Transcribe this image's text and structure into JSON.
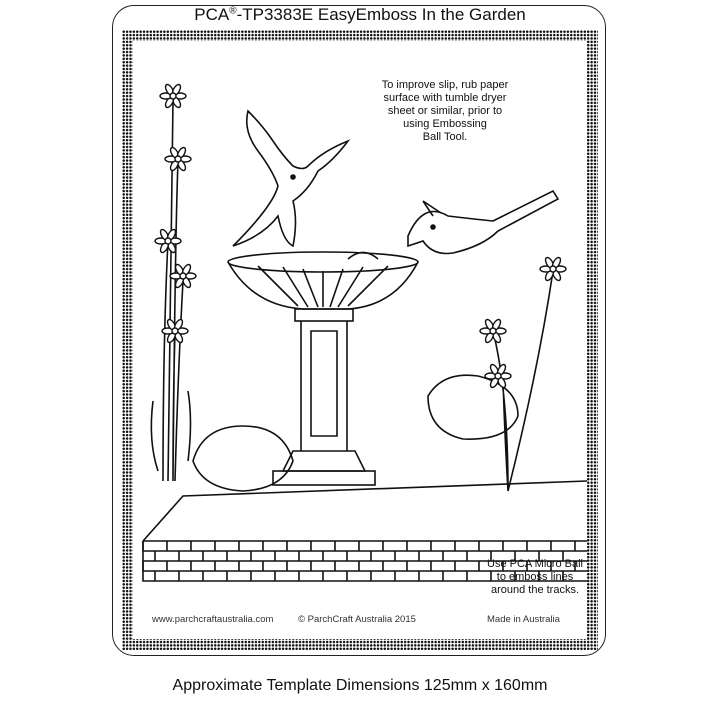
{
  "header": {
    "brand": "PCA",
    "registered": "®",
    "title_rest": "-TP3383E EasyEmboss In the Garden"
  },
  "notes": {
    "top": [
      "To improve slip, rub paper",
      "surface with tumble dryer",
      "sheet or similar, prior to",
      "using Embossing",
      "Ball Tool."
    ],
    "bottom": [
      "Use PCA Micro Ball",
      "to emboss lines",
      "around the tracks."
    ]
  },
  "footer": {
    "website": "www.parchcraftaustralia.com",
    "copyright": "© ParchCraft Australia 2015",
    "made_in": "Made in Australia"
  },
  "dimensions": "Approximate Template Dimensions  125mm x 160mm"
}
